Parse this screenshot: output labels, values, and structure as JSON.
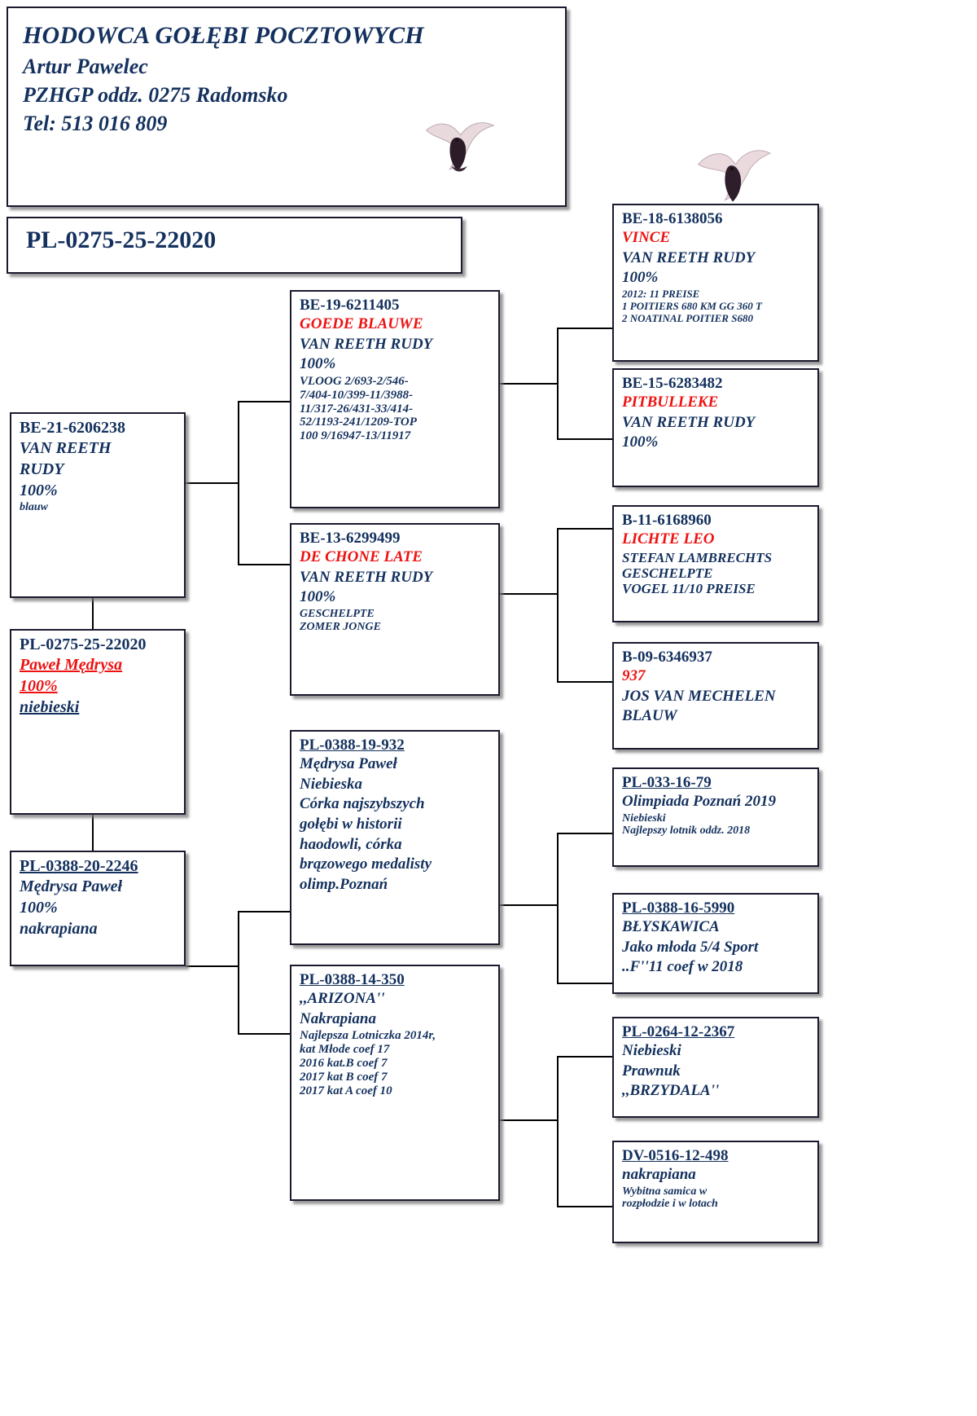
{
  "header": {
    "line1": "HODOWCA GOŁĘBI POCZTOWYCH",
    "line2": "Artur Pawelec",
    "line3": "PZHGP oddz. 0275 Radomsko",
    "line4": "Tel: 513 016 809",
    "pigeon_icon": "pigeon-icon"
  },
  "subject": {
    "ring": "PL-0275-25-22020"
  },
  "colors": {
    "navy": "#14315e",
    "red": "#ee1111",
    "border": "#1a1a2e"
  },
  "pedigree": {
    "sire": {
      "ring": "BE-21-6206238",
      "lines": [
        "VAN REETH",
        "RUDY",
        "100%"
      ],
      "note": "blauw"
    },
    "dam": {
      "ring": "PL-0388-20-2246",
      "lines": [
        "Mędrysa Paweł",
        "100%",
        "nakrapiana"
      ]
    },
    "self": {
      "ring": "PL-0275-25-22020",
      "lines": [
        "Paweł Mędrysa",
        "100%",
        "niebieski"
      ]
    },
    "gen2": [
      {
        "ring": "BE-19-6211405",
        "red": "GOEDE BLAUWE",
        "lines": [
          "VAN REETH RUDY",
          "100%"
        ],
        "small": [
          "VLOOG 2/693-2/546-",
          "7/404-10/399-11/3988-",
          "11/317-26/431-33/414-",
          "52/1193-241/1209-TOP",
          "100 9/16947-13/11917"
        ]
      },
      {
        "ring": "BE-13-6299499",
        "red": "DE CHONE LATE",
        "lines": [
          "VAN REETH RUDY",
          "100%"
        ],
        "small": [
          "GESCHELPTE",
          "ZOMER JONGE"
        ]
      },
      {
        "ring": "PL-0388-19-932",
        "lines": [
          "Mędrysa Paweł",
          "Niebieska",
          "Córka najszybszych",
          "gołębi w historii",
          "haodowli, córka",
          "brązowego medalisty",
          "olimp.Poznań"
        ]
      },
      {
        "ring": "PL-0388-14-350",
        "lines": [
          ",,ARIZONA''",
          "Nakrapiana"
        ],
        "small": [
          "Najlepsza Lotniczka 2014r,",
          "kat Młode coef 17",
          "2016 kat.B coef 7",
          "2017 kat B coef 7",
          "2017 kat A coef 10"
        ]
      }
    ],
    "gen3": [
      {
        "ring": "BE-18-6138056",
        "red": "VINCE",
        "lines": [
          "VAN REETH RUDY",
          "100%"
        ],
        "small": [
          "2012: 11 PREISE",
          "1 POITIERS 680 KM GG 360 T",
          "2 NOATINAL POITIER S680"
        ]
      },
      {
        "ring": "BE-15-6283482",
        "red": "PITBULLEKE",
        "lines": [
          "VAN REETH RUDY",
          "100%"
        ],
        "small": []
      },
      {
        "ring": "B-11-6168960",
        "red": "LICHTE LEO",
        "lines": [],
        "small": [
          "STEFAN LAMBRECHTS",
          "GESCHELPTE",
          "VOGEL 11/10 PREISE"
        ]
      },
      {
        "ring": "B-09-6346937",
        "red": "937",
        "lines": [
          "JOS VAN MECHELEN",
          "BLAUW"
        ],
        "small": []
      },
      {
        "ring": "PL-033-16-79",
        "lines": [
          "Olimpiada Poznań 2019"
        ],
        "small": [
          "Niebieski",
          "Najlepszy lotnik oddz. 2018"
        ]
      },
      {
        "ring": "PL-0388-16-5990",
        "lines": [
          "BŁYSKAWICA",
          "Jako młoda 5/4 Sport",
          "..F''11 coef w 2018"
        ],
        "small": []
      },
      {
        "ring": "PL-0264-12-2367",
        "lines": [
          "Niebieski",
          "Prawnuk",
          ",,BRZYDALA''"
        ],
        "small": []
      },
      {
        "ring": "DV-0516-12-498",
        "lines": [
          "nakrapiana"
        ],
        "small": [
          "Wybitna samica w",
          "rozpłodzie i w lotach"
        ]
      }
    ]
  }
}
